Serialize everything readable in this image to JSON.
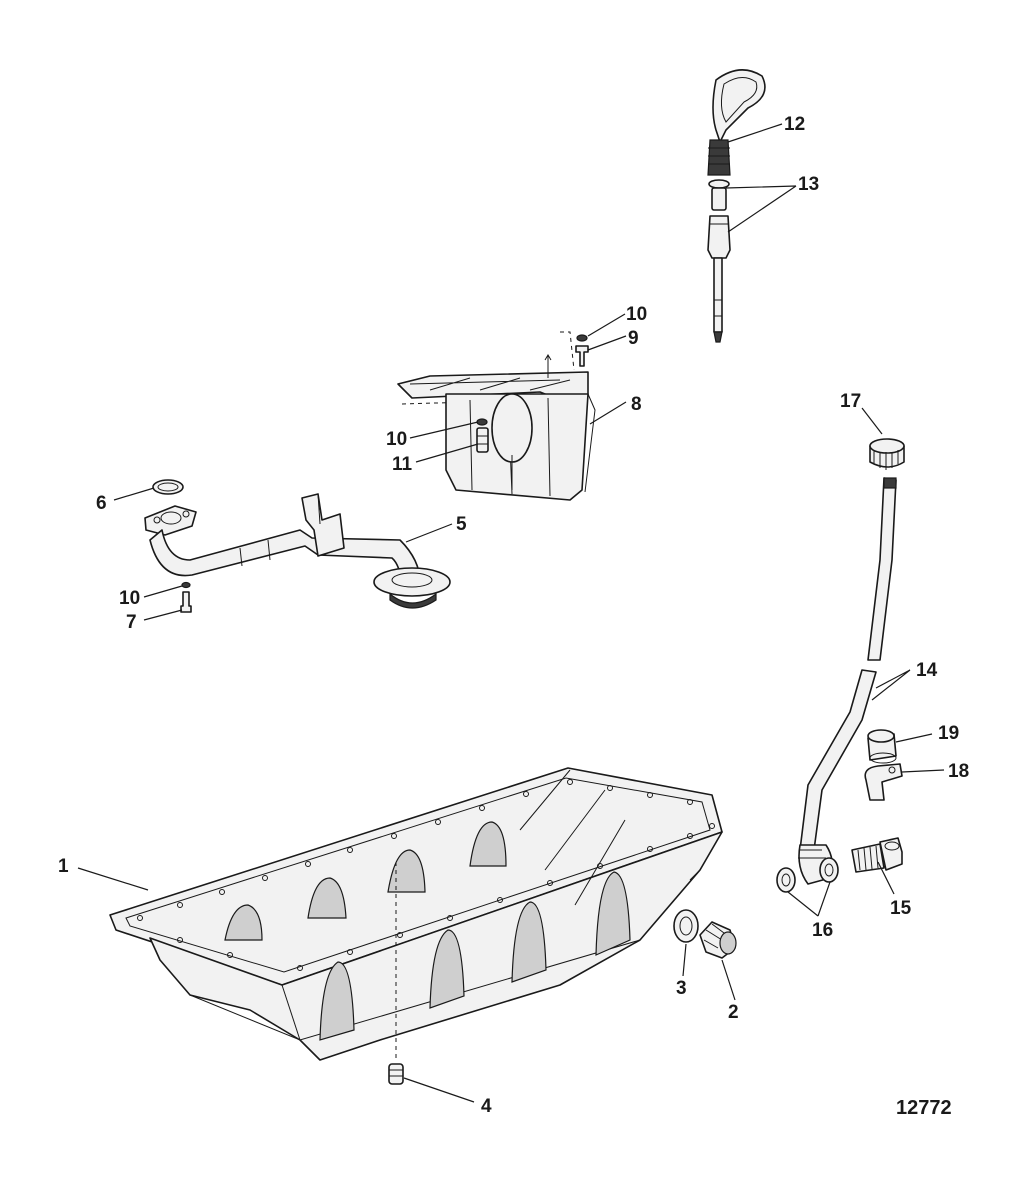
{
  "diagram": {
    "figure_number": "12772",
    "callouts": {
      "c1": "1",
      "c2": "2",
      "c3": "3",
      "c4": "4",
      "c5": "5",
      "c6": "6",
      "c7": "7",
      "c8": "8",
      "c9": "9",
      "c10a": "10",
      "c10b": "10",
      "c10c": "10",
      "c11": "11",
      "c12": "12",
      "c13": "13",
      "c14": "14",
      "c15": "15",
      "c16": "16",
      "c17": "17",
      "c18": "18",
      "c19": "19"
    }
  }
}
